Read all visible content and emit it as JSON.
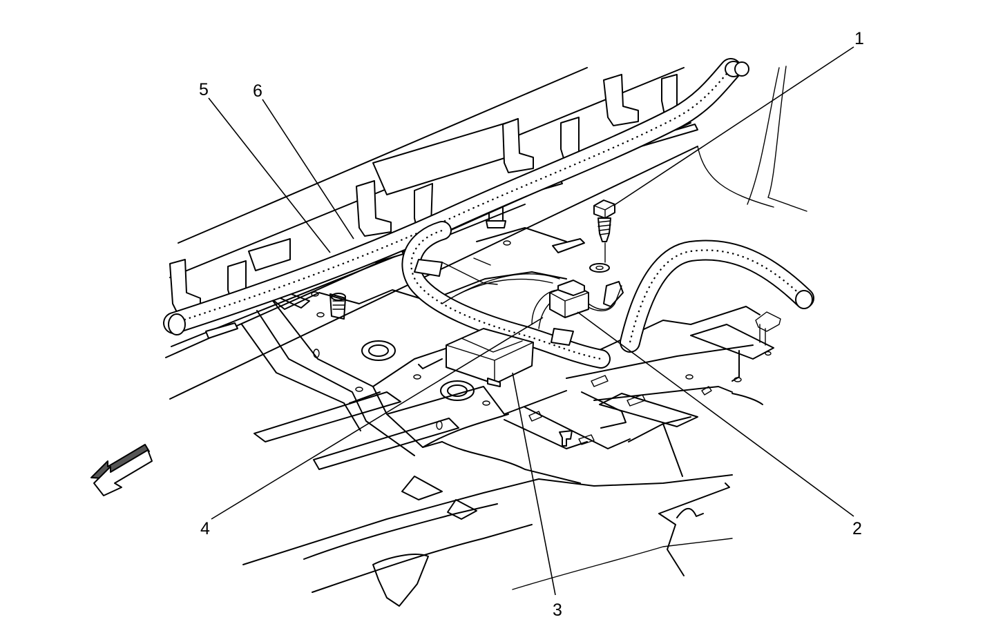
{
  "diagram": {
    "callouts": [
      {
        "id": "1",
        "label": "1"
      },
      {
        "id": "2",
        "label": "2"
      },
      {
        "id": "3",
        "label": "3"
      },
      {
        "id": "4",
        "label": "4"
      },
      {
        "id": "5",
        "label": "5"
      },
      {
        "id": "6",
        "label": "6"
      }
    ],
    "direction_arrow": "front-arrow-icon"
  }
}
